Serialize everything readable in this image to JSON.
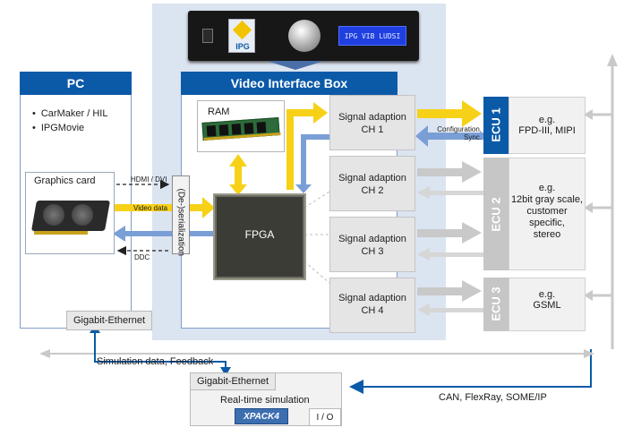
{
  "device": {
    "brand": "IPG",
    "display_text": "IPG VIB LUDSI"
  },
  "vib": {
    "title": "Video Interface Box"
  },
  "pc": {
    "title": "PC",
    "items": [
      "CarMaker / HIL",
      "IPGMovie"
    ],
    "graphics_card": "Graphics card",
    "ethernet": "Gigabit-Ethernet"
  },
  "deserialization": "(De-)serialization",
  "signals": {
    "hdmi": "HDMI / DVI",
    "video": "Video data",
    "ddc": "DDC"
  },
  "ram": "RAM",
  "fpga": "FPGA",
  "channels": [
    "Signal adaption\nCH 1",
    "Signal adaption\nCH 2",
    "Signal adaption\nCH 3",
    "Signal adaption\nCH 4"
  ],
  "config_label": "Configuration,\nSync.",
  "ecus": [
    {
      "name": "ECU 1",
      "desc": "e.g.\nFPD-III, MIPI",
      "color": "#0b5aa8"
    },
    {
      "name": "ECU 2",
      "desc": "e.g.\n12bit gray scale,\ncustomer\nspecific,\nstereo",
      "color": "#c6c6c6"
    },
    {
      "name": "ECU 3",
      "desc": "e.g.\nGSML",
      "color": "#c6c6c6"
    }
  ],
  "bottom": {
    "sim_feedback": "Simulation data, Feedback",
    "ethernet": "Gigabit-Ethernet",
    "realtime": "Real-time simulation",
    "xpack": "XPACK4",
    "io": "I / O",
    "bus": "CAN, FlexRay, SOME/IP"
  },
  "colors": {
    "yellow": "#f7d117",
    "blue": "#7a9fd6",
    "gray": "#c9c9c9",
    "brand_blue": "#0b5aa8"
  }
}
